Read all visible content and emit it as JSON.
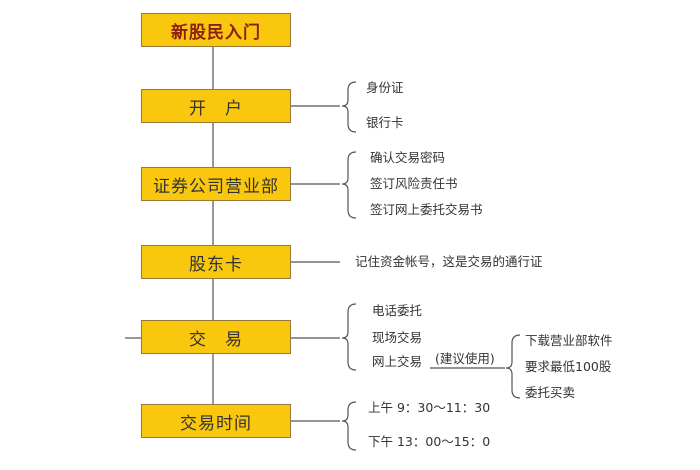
{
  "steps": [
    {
      "label": "新股民入门"
    },
    {
      "label": "开　户",
      "items": [
        "身份证",
        "银行卡"
      ]
    },
    {
      "label": "证券公司营业部",
      "items": [
        "确认交易密码",
        "签订风险责任书",
        "签订网上委托交易书"
      ]
    },
    {
      "label": "股东卡",
      "note": "记住资金帐号，这是交易的通行证"
    },
    {
      "label": "交　易",
      "items": [
        "电话委托",
        "现场交易",
        "网上交易"
      ],
      "recommend": "(建议使用)",
      "online_items": [
        "下载营业部软件",
        "要求最低100股",
        "委托买卖"
      ]
    },
    {
      "label": "交易时间",
      "items": [
        "上午 9：30～11：30",
        "下午 13：00～15：0"
      ]
    }
  ],
  "colors": {
    "box_fill": "#f9c80e",
    "box_border": "#9a7a3a",
    "title_text": "#8a1f14"
  }
}
